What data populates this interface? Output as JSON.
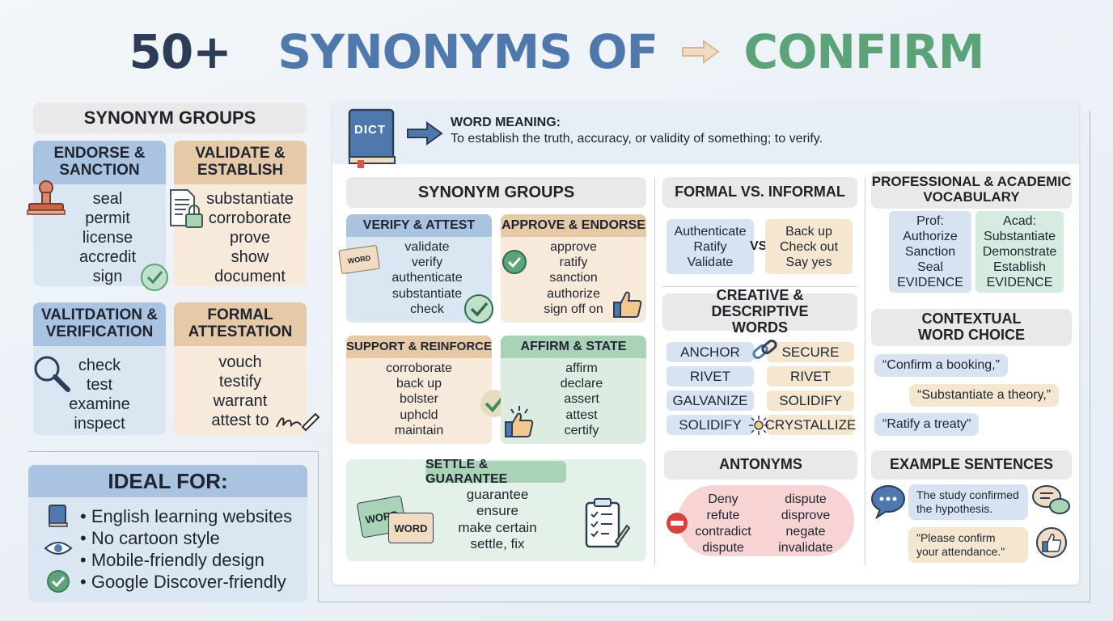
{
  "title": {
    "number": "50+",
    "middle": "SYNONYMS OF",
    "word": "CONFIRM"
  },
  "left": {
    "header": "SYNONYM GROUPS",
    "groups": [
      {
        "title": "ENDORSE & SANCTION",
        "words": [
          "seal",
          "permit",
          "license",
          "accredit",
          "sign"
        ]
      },
      {
        "title": "VALIDATE & ESTABLISH",
        "words": [
          "substantiate",
          "corroborate",
          "prove",
          "show",
          "document"
        ]
      },
      {
        "title": "VALITDATION & VERIFICATION",
        "words": [
          "check",
          "test",
          "examine",
          "inspect"
        ]
      },
      {
        "title": "FORMAL ATTESTATION",
        "words": [
          "vouch",
          "testify",
          "warrant",
          "attest to"
        ]
      }
    ],
    "ideal": {
      "header": "IDEAL FOR:",
      "items": [
        "English learning websites",
        "No cartoon style",
        "Mobile-friendly design",
        "Google Discover-friendly"
      ]
    }
  },
  "meaning": {
    "icon_label": "DICT",
    "label": "WORD MEANING:",
    "text": "To establish the truth, accuracy, or validity of something; to verify."
  },
  "center": {
    "header": "SYNONYM GROUPS",
    "groups": [
      {
        "title": "VERIFY & ATTEST",
        "words": [
          "validate",
          "verify",
          "authenticate",
          "substantiate",
          "check"
        ]
      },
      {
        "title": "APPROVE & ENDORSE",
        "words": [
          "approve",
          "ratify",
          "sanction",
          "authorize",
          "sign off on"
        ]
      },
      {
        "title": "SUPPORT & REINFORCE",
        "words": [
          "corroborate",
          "back up",
          "bolster",
          "uphcld",
          "maintain"
        ]
      },
      {
        "title": "AFFIRM & STATE",
        "words": [
          "affirm",
          "declare",
          "assert",
          "attest",
          "certify"
        ]
      },
      {
        "title": "SETTLE & GUARANTEE",
        "words": [
          "guarantee",
          "ensure",
          "make certain",
          "settle, fix"
        ]
      }
    ],
    "word_tag": "WORD",
    "word_tag2": "WORD",
    "word_tag3": "WORD"
  },
  "formal": {
    "header": "FORMAL VS. INFORMAL",
    "formal_words": [
      "Authenticate",
      "Ratify",
      "Validate"
    ],
    "vs": "VS.",
    "informal_words": [
      "Back up",
      "Check out",
      "Say yes"
    ]
  },
  "creative": {
    "header": "CREATIVE & DESCRIPTIVE WORDS",
    "left": [
      "ANCHOR",
      "RIVET",
      "GALVANIZE",
      "SOLIDIFY"
    ],
    "right": [
      "SECURE",
      "RIVET",
      "SOLIDIFY",
      "CRYSTALLIZE"
    ]
  },
  "antonyms": {
    "header": "ANTONYMS",
    "left": [
      "Deny",
      "refute",
      "contradict",
      "dispute"
    ],
    "right": [
      "dispute",
      "disprove",
      "negate",
      "invalidate"
    ]
  },
  "professional": {
    "header": "PROFESSIONAL & ACADEMIC VOCABULARY",
    "prof": [
      "Prof:",
      "Authorize",
      "Sanction",
      "Seal",
      "EVIDENCE"
    ],
    "acad": [
      "Acad:",
      "Substantiate",
      "Demonstrate",
      "Establish",
      "EVIDENCE"
    ]
  },
  "contextual": {
    "header": "CONTEXTUAL WORD CHOICE",
    "items": [
      "“Confirm a booking,”",
      "“Substantiate a theory,”",
      "“Ratify a treaty”"
    ]
  },
  "examples": {
    "header": "EXAMPLE SENTENCES",
    "items": [
      "The study confirmed the hypothesis.",
      "\"Please confirm your attendance.\""
    ]
  },
  "colors": {
    "navy": "#2c3e57",
    "blue": "#4f78ad",
    "green": "#5ca37a",
    "blue_header": "#aac3e0",
    "tan_header": "#e6c9a6",
    "green_header": "#a9d3b7"
  }
}
